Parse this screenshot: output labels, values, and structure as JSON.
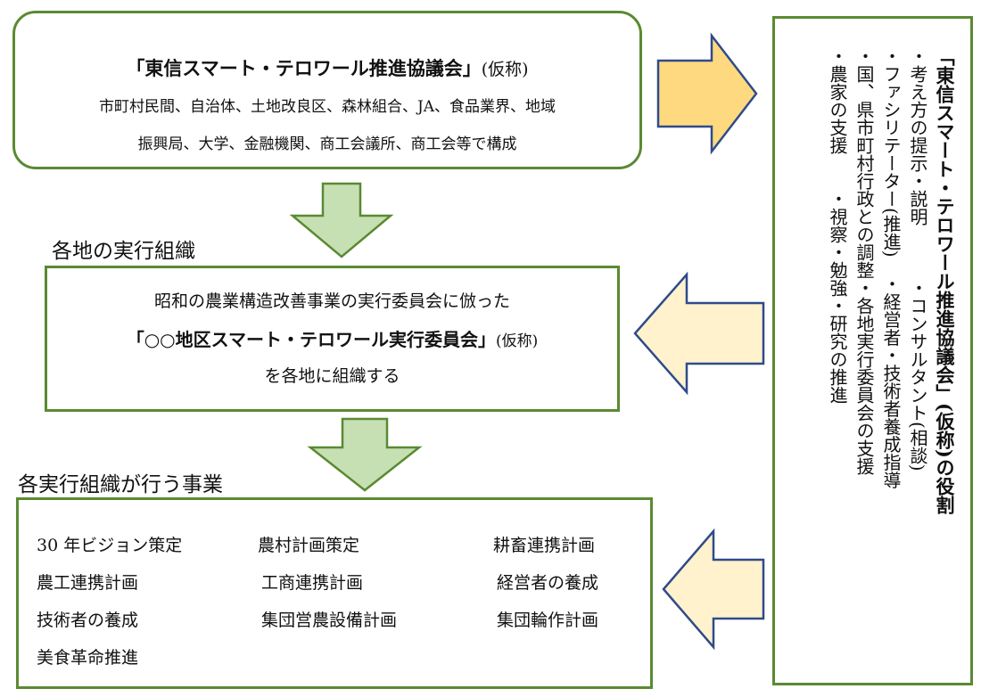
{
  "top_box": {
    "title": "「東信スマート・テロワール推進協議会」",
    "title_suffix": "(仮称)",
    "line1": "市町村民間、自治体、土地改良区、森林組合、JA、食品業界、地域",
    "line2": "振興局、大学、金融機関、商工会議所、商工会等で構成"
  },
  "heading_mid": "各地の実行組織",
  "mid_box": {
    "line1": "昭和の農業構造改善事業の実行委員会に倣った",
    "line2_bold": "「○○地区スマート・テロワール実行委員会」",
    "line2_suffix": "(仮称)",
    "line3": "を各地に組織する"
  },
  "heading_bot": "各実行組織が行う事業",
  "projects": [
    [
      "30 年ビジョン策定",
      "農村計画策定",
      "耕畜連携計画"
    ],
    [
      "農工連携計画",
      "工商連携計画",
      "経営者の養成"
    ],
    [
      "技術者の養成",
      "集団営農設備計画",
      "集団輪作計画"
    ],
    [
      "美食革命推進"
    ]
  ],
  "right_box": {
    "title": "「東信スマート・テロワール推進協議会」(仮称)の役割",
    "lines": [
      "・考え方の提示・説明　　　・コンサルタント(相談)",
      "・ファシリテーター(推進)　・経営者・技術者養成指導",
      "・国、県市町村行政との調整・各地実行委員会の支援",
      "・農家の支援　　・視察・勉強・研究の推進"
    ]
  },
  "colors": {
    "box_border": "#5a8a32",
    "green_arrow_fill": "#c6e0b4",
    "green_arrow_stroke": "#5a8a32",
    "yellow_arrow_fill_strong": "#ffd97f",
    "yellow_arrow_fill_light": "#fff2cc",
    "yellow_arrow_stroke": "#2f4b8a"
  }
}
